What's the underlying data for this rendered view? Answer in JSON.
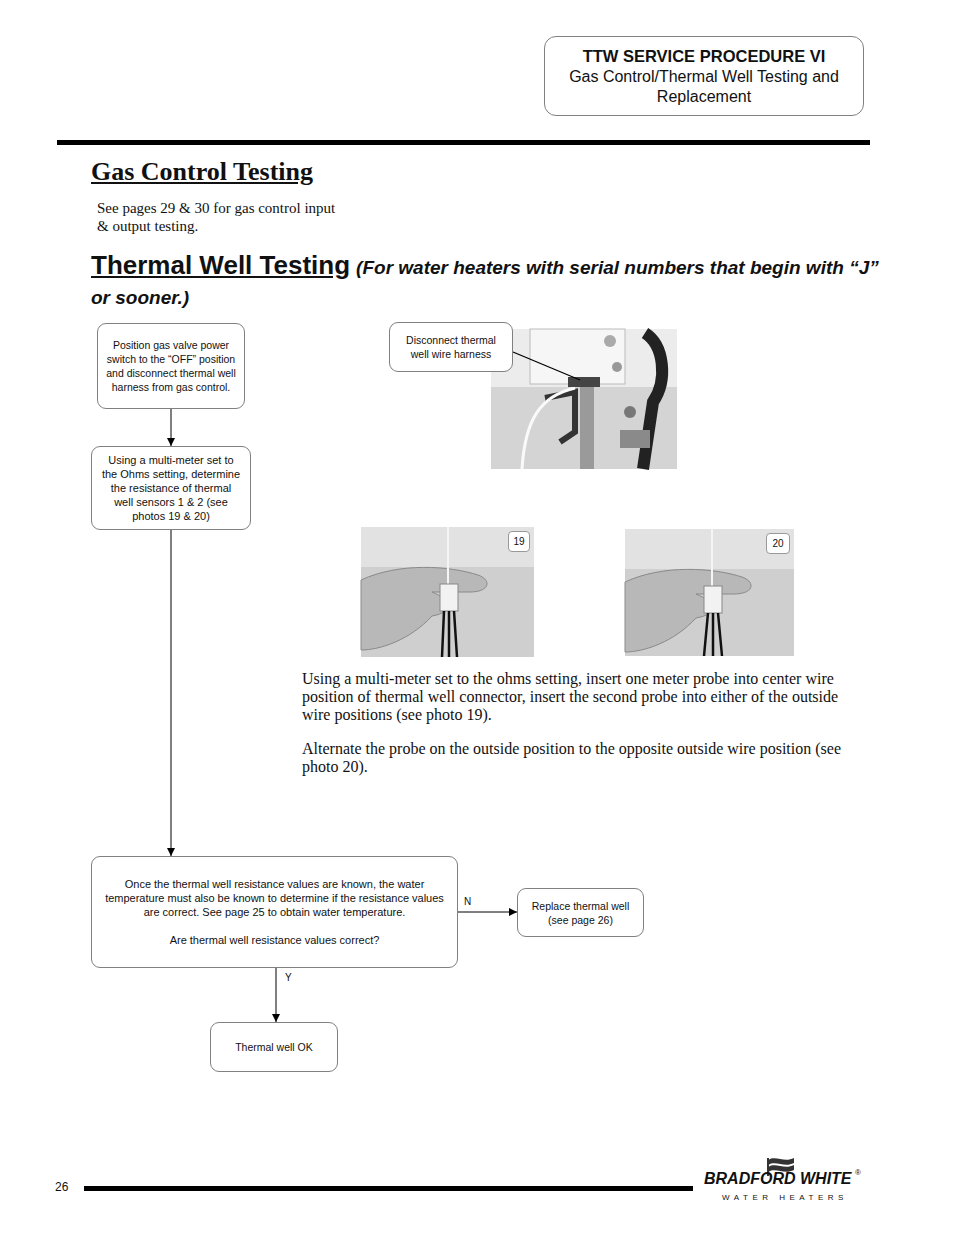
{
  "diagram": {
    "title": "Thermal Well Testing",
    "nodes": [
      {
        "text": [
          "TTW SERVICE PROCEDURE VI",
          "Gas Control/Thermal Well Testing and Replacement"
        ]
      },
      {
        "text": [
          "Position gas valve power switch to the “OFF” position and disconnect thermal well harness from gas control."
        ]
      },
      {
        "text": [
          "Disconnect thermal well wire harness"
        ]
      },
      {
        "text": [
          "Using a multi-meter set to the Ohms setting, determine the resistance of thermal well sensors 1 & 2 (see photos 19 & 20)"
        ]
      },
      {
        "text": [
          "Once the thermal well resistance values are known, the water temperature must also be known to determine if the resistance values are correct. See page 25 to obtain water temperature.",
          "Are thermal well resistance values correct?"
        ]
      },
      {
        "text": [
          "Replace thermal well (see page 26)"
        ]
      },
      {
        "text": [
          "Thermal well OK"
        ]
      }
    ],
    "edges": [
      {
        "from": 1,
        "to": 3,
        "arrow": "to"
      },
      {
        "from": 3,
        "to": 4,
        "arrow": "to"
      },
      {
        "from": 4,
        "to": 5,
        "label": "N",
        "arrow": "to"
      },
      {
        "from": 4,
        "to": 6,
        "label": "Y",
        "arrow": "to"
      }
    ],
    "labels": [
      "Gas Control Testing",
      "See pages 29 & 30 for gas control input & output testing.",
      "(For water heaters with serial numbers that begin with “J” or sooner.)",
      "19",
      "20",
      "Using a multi-meter set to the ohms setting, insert one meter probe into center wire position of thermal well connector, insert the second probe into either of the outside wire positions (see photo 19).",
      "Alternate the probe on the outside position to the opposite outside wire position (see photo 20).",
      "26",
      "BRADFORD WHITE",
      "®",
      "WATER HEATERS"
    ]
  }
}
